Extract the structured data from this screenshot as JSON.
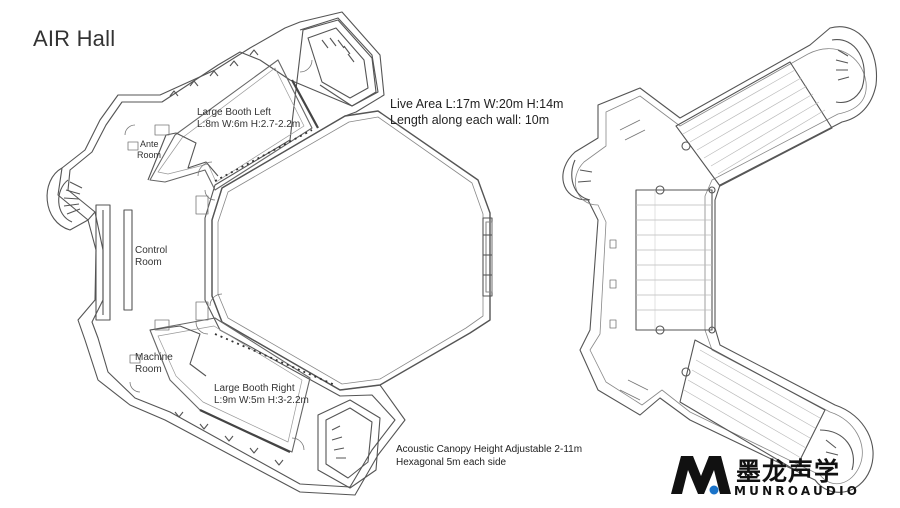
{
  "title": "AIR Hall",
  "rooms": {
    "large_booth_left": {
      "name": "Large Booth Left",
      "dims": "L:8m W:6m H:2.7-2.2m"
    },
    "ante_room": {
      "line1": "Ante",
      "line2": "Room"
    },
    "control_room": {
      "line1": "Control",
      "line2": "Room"
    },
    "machine_room": {
      "line1": "Machine",
      "line2": "Room"
    },
    "large_booth_right": {
      "name": "Large Booth Right",
      "dims": "L:9m W:5m H:3-2.2m"
    }
  },
  "live_area": {
    "line1": "Live Area L:17m W:20m H:14m",
    "line2": "Length along each wall: 10m"
  },
  "canopy": {
    "line1": "Acoustic Canopy Height Adjustable 2-11m",
    "line2": "Hexagonal 5m each side"
  },
  "logo": {
    "mark": "M",
    "chinese": "墨龙声学",
    "english": "MUNROAUDIO",
    "mark_color": "#111111",
    "dot_color": "#1a73c9"
  }
}
